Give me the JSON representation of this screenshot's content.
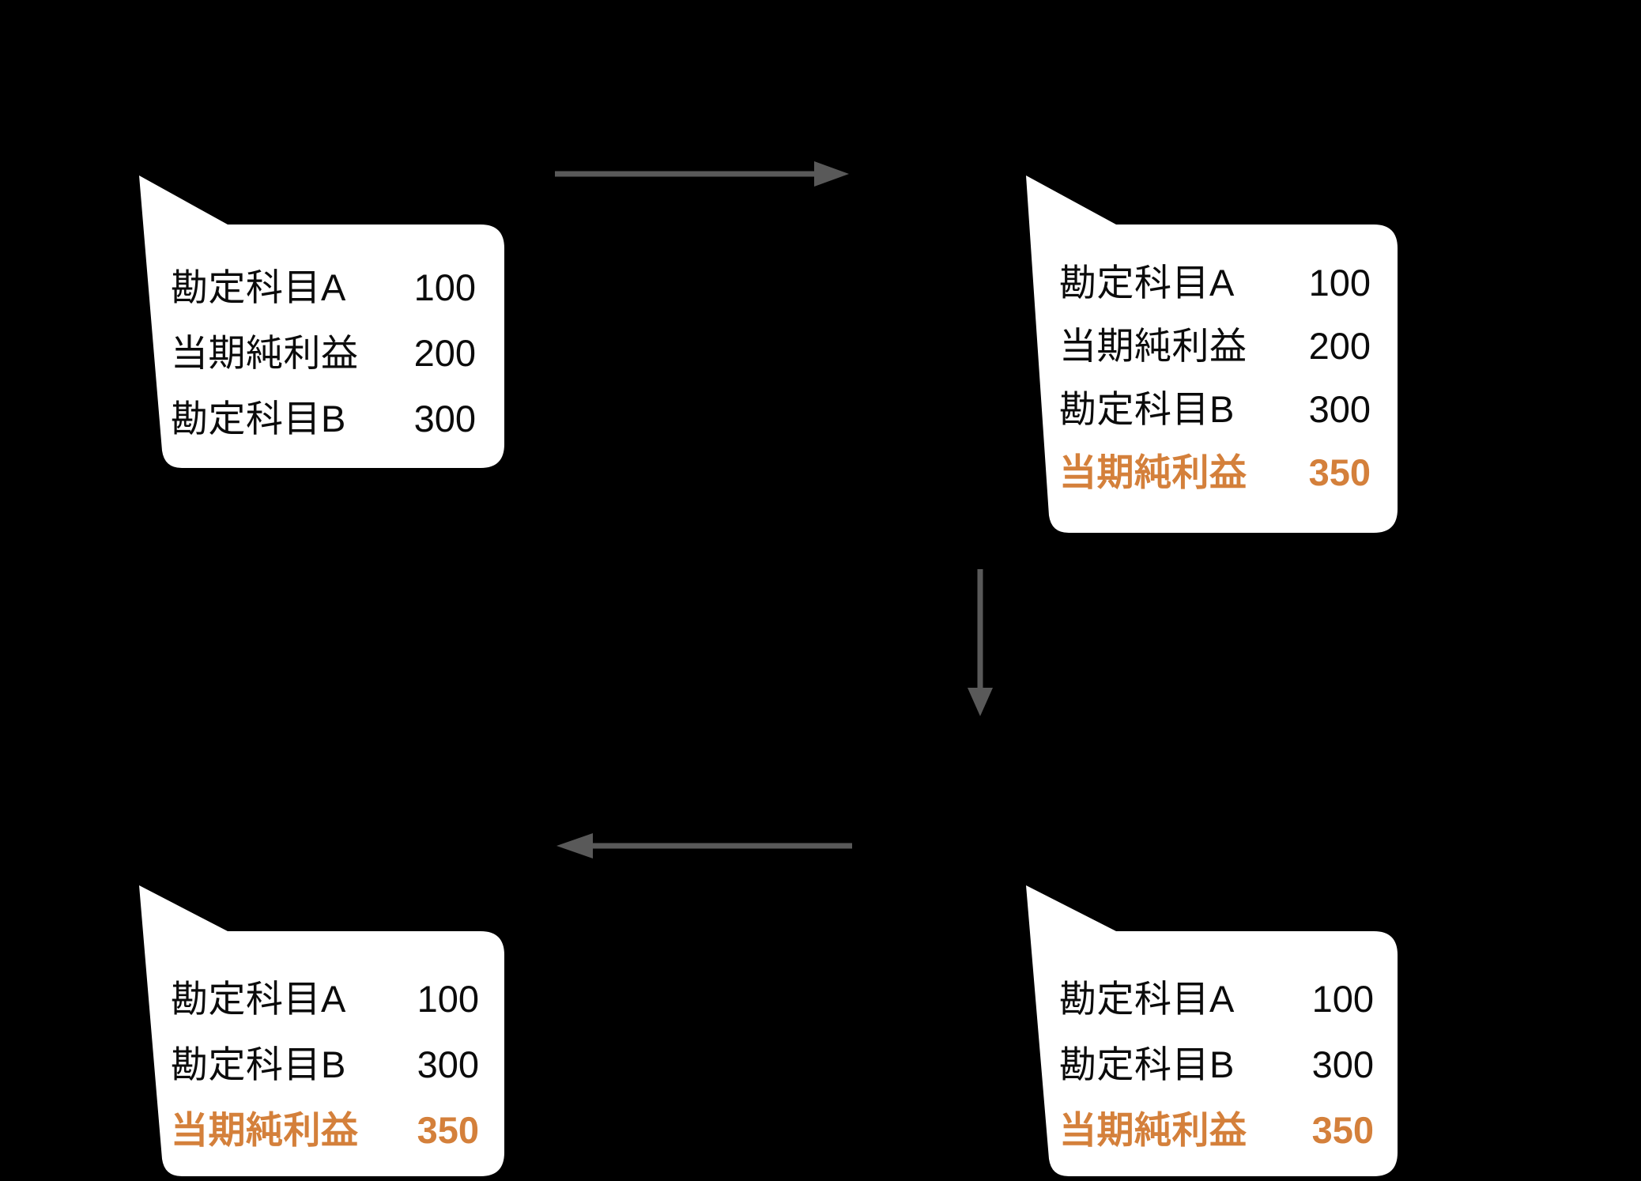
{
  "diagram": {
    "title_text": "",
    "background_color": "#000000",
    "paper_color": "#FFFFFF",
    "text_color": "#0B0B0B",
    "accent_color": "#D4803B",
    "arrow_color": "#595959"
  },
  "cards": [
    {
      "id": "card-top-left",
      "name": "ledger-card-initial",
      "rows": [
        {
          "label": "勘定科目A",
          "value": "100",
          "highlight": false
        },
        {
          "label": "当期純利益",
          "value": "200",
          "highlight": false
        },
        {
          "label": "勘定科目B",
          "value": "300",
          "highlight": false
        }
      ]
    },
    {
      "id": "card-top-right",
      "name": "ledger-card-appended",
      "rows": [
        {
          "label": "勘定科目A",
          "value": "100",
          "highlight": false
        },
        {
          "label": "当期純利益",
          "value": "200",
          "highlight": false
        },
        {
          "label": "勘定科目B",
          "value": "300",
          "highlight": false
        },
        {
          "label": "当期純利益",
          "value": "350",
          "highlight": true
        }
      ]
    },
    {
      "id": "card-bottom-right",
      "name": "ledger-card-deduplicated",
      "rows": [
        {
          "label": "勘定科目A",
          "value": "100",
          "highlight": false
        },
        {
          "label": "勘定科目B",
          "value": "300",
          "highlight": false
        },
        {
          "label": "当期純利益",
          "value": "350",
          "highlight": true
        }
      ]
    },
    {
      "id": "card-bottom-left",
      "name": "ledger-card-final",
      "rows": [
        {
          "label": "勘定科目A",
          "value": "100",
          "highlight": false
        },
        {
          "label": "勘定科目B",
          "value": "300",
          "highlight": false
        },
        {
          "label": "当期純利益",
          "value": "350",
          "highlight": true
        }
      ]
    }
  ],
  "arrows": [
    {
      "id": "arrow-top",
      "name": "arrow-right-icon",
      "direction": "right"
    },
    {
      "id": "arrow-right",
      "name": "arrow-down-icon",
      "direction": "down"
    },
    {
      "id": "arrow-bottom",
      "name": "arrow-left-icon",
      "direction": "left"
    }
  ]
}
